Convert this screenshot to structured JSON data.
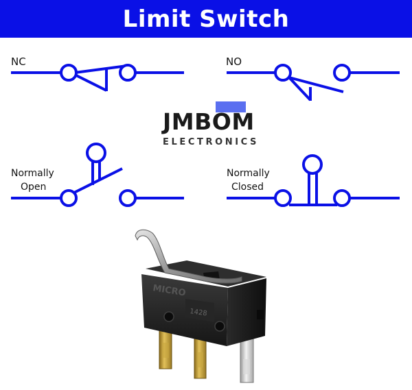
{
  "header": {
    "title": "Limit Switch"
  },
  "symbols": {
    "nc_short": "NC",
    "no_short": "NO",
    "normally_open": [
      "Normally",
      "Open"
    ],
    "normally_closed": [
      "Normally",
      "Closed"
    ]
  },
  "logo": {
    "brand": "JMBOM",
    "tagline": "ELECTRONICS"
  },
  "device": {
    "body_text": "MICRO",
    "part_number": "1428"
  },
  "colors": {
    "line": "#0a10e6",
    "banner": "#0a10e6",
    "logo_accent": "#5a6ff0"
  }
}
